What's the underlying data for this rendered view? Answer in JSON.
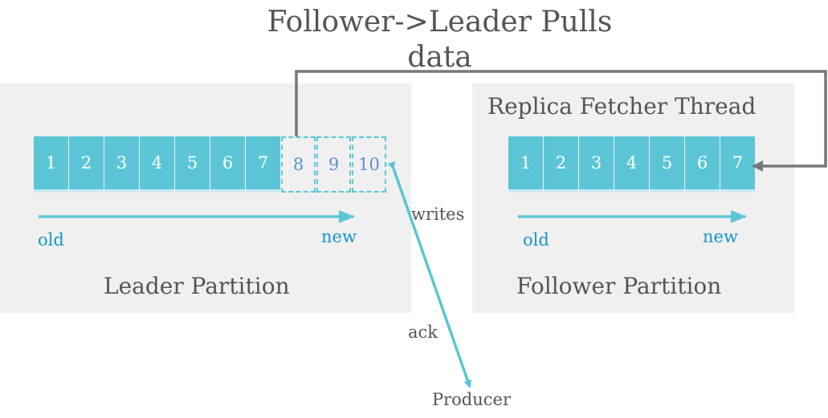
{
  "title": "Follower->Leader Pulls data",
  "leader": {
    "label": "Leader Partition",
    "cells": [
      "1",
      "2",
      "3",
      "4",
      "5",
      "6",
      "7",
      "8",
      "9",
      "10"
    ],
    "old": "old",
    "new": "new"
  },
  "follower": {
    "thread_label": "Replica Fetcher Thread",
    "label": "Follower Partition",
    "cells": [
      "1",
      "2",
      "3",
      "4",
      "5",
      "6",
      "7"
    ],
    "old": "old",
    "new": "new"
  },
  "producer": {
    "label": "Producer",
    "writes": "writes",
    "ack": "ack"
  },
  "colors": {
    "cell": "#5bc5d6",
    "dashed_text": "#5b8fd6",
    "direction_text": "#1596c9",
    "connector": "#777777"
  }
}
